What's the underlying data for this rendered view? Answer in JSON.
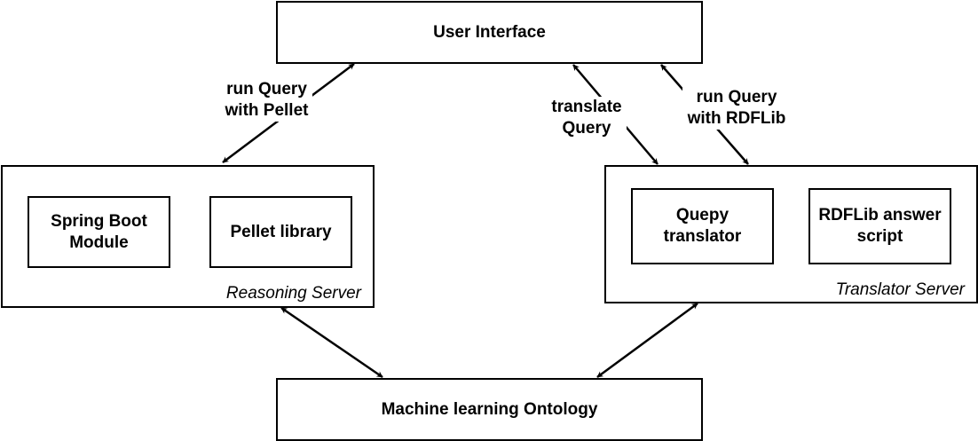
{
  "nodes": {
    "user_interface": "User Interface",
    "ml_ontology": "Machine learning Ontology",
    "reasoning_server": {
      "label": "Reasoning Server",
      "spring_boot_line1": "Spring Boot",
      "spring_boot_line2": "Module",
      "pellet_library": "Pellet library"
    },
    "translator_server": {
      "label": "Translator Server",
      "quepy_line1": "Quepy",
      "quepy_line2": "translator",
      "rdflib_line1": "RDFLib answer",
      "rdflib_line2": "script"
    }
  },
  "edges": {
    "pellet_query_line1": "run Query",
    "pellet_query_line2": "with Pellet",
    "translate_line1": "translate",
    "translate_line2": "Query",
    "rdflib_query_line1": "run Query",
    "rdflib_query_line2": "with RDFLib"
  },
  "colors": {
    "stroke": "#000000",
    "background": "#ffffff"
  }
}
